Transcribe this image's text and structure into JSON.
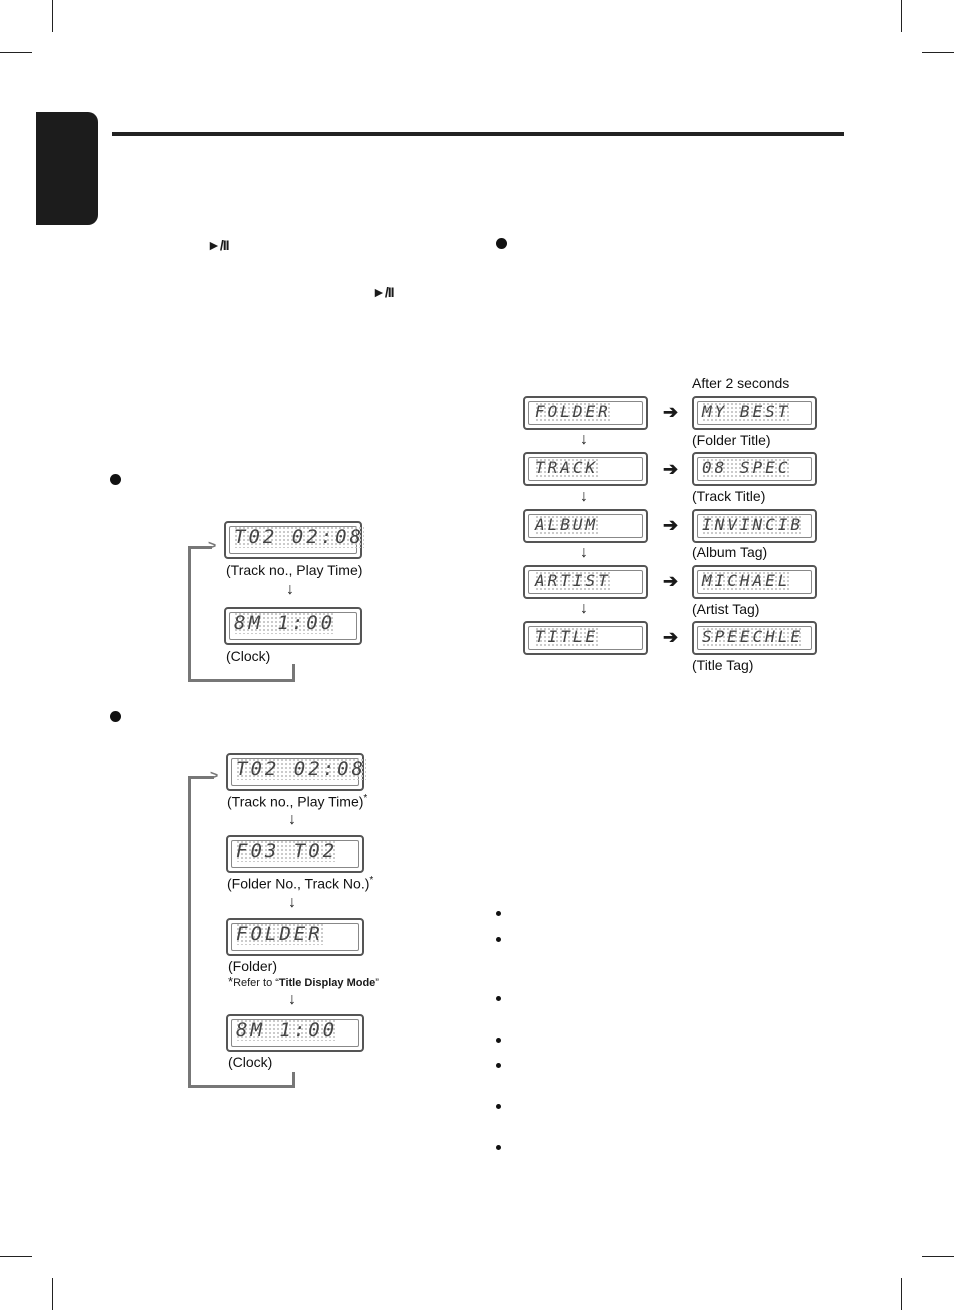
{
  "icons": {
    "play_pause": "►/II",
    "down_arrow": "↓",
    "right_arrow": "➔"
  },
  "lcd_text": {
    "d1": "T02 02:08",
    "d2": "8M 1:00",
    "d3": "T02 02:08",
    "d4": "F03 T02",
    "d5": "FOLDER",
    "d6": "8M 1:00",
    "r1": "FOLDER",
    "r1b": "MY BEST",
    "r2": "TRACK",
    "r2b": "08 SPEC",
    "r3": "ALBUM",
    "r3b": "INVINCIB",
    "r4": "ARTIST",
    "r4b": "MICHAEL",
    "r5": "TITLE",
    "r5b": "SPEECHLE"
  },
  "left_a": {
    "label1": "(Track no., Play Time)",
    "label2": "(Clock)"
  },
  "left_b": {
    "label1": "(Track no., Play Time)",
    "label2": "(Folder No., Track No.)",
    "label3": "(Folder)",
    "label4": "(Clock)",
    "asterisk": "*",
    "refer_prefix": "Refer to “",
    "refer_bold": "Title Display Mode",
    "refer_suffix": "”"
  },
  "right": {
    "after": "After 2 seconds",
    "labels": [
      "(Folder Title)",
      "(Track Title)",
      "(Album Tag)",
      "(Artist Tag)",
      "(Title Tag)"
    ]
  }
}
